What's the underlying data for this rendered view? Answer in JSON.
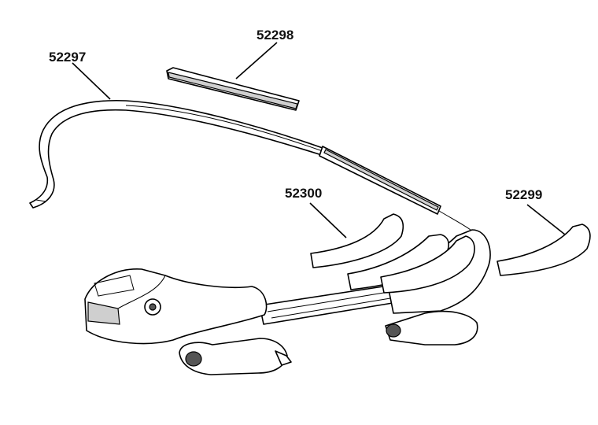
{
  "parts": [
    {
      "id": "strap",
      "number": "52297"
    },
    {
      "id": "pad-long",
      "number": "52298"
    },
    {
      "id": "cradle-pad-left",
      "number": "52300"
    },
    {
      "id": "cradle-pad-right",
      "number": "52299"
    }
  ]
}
